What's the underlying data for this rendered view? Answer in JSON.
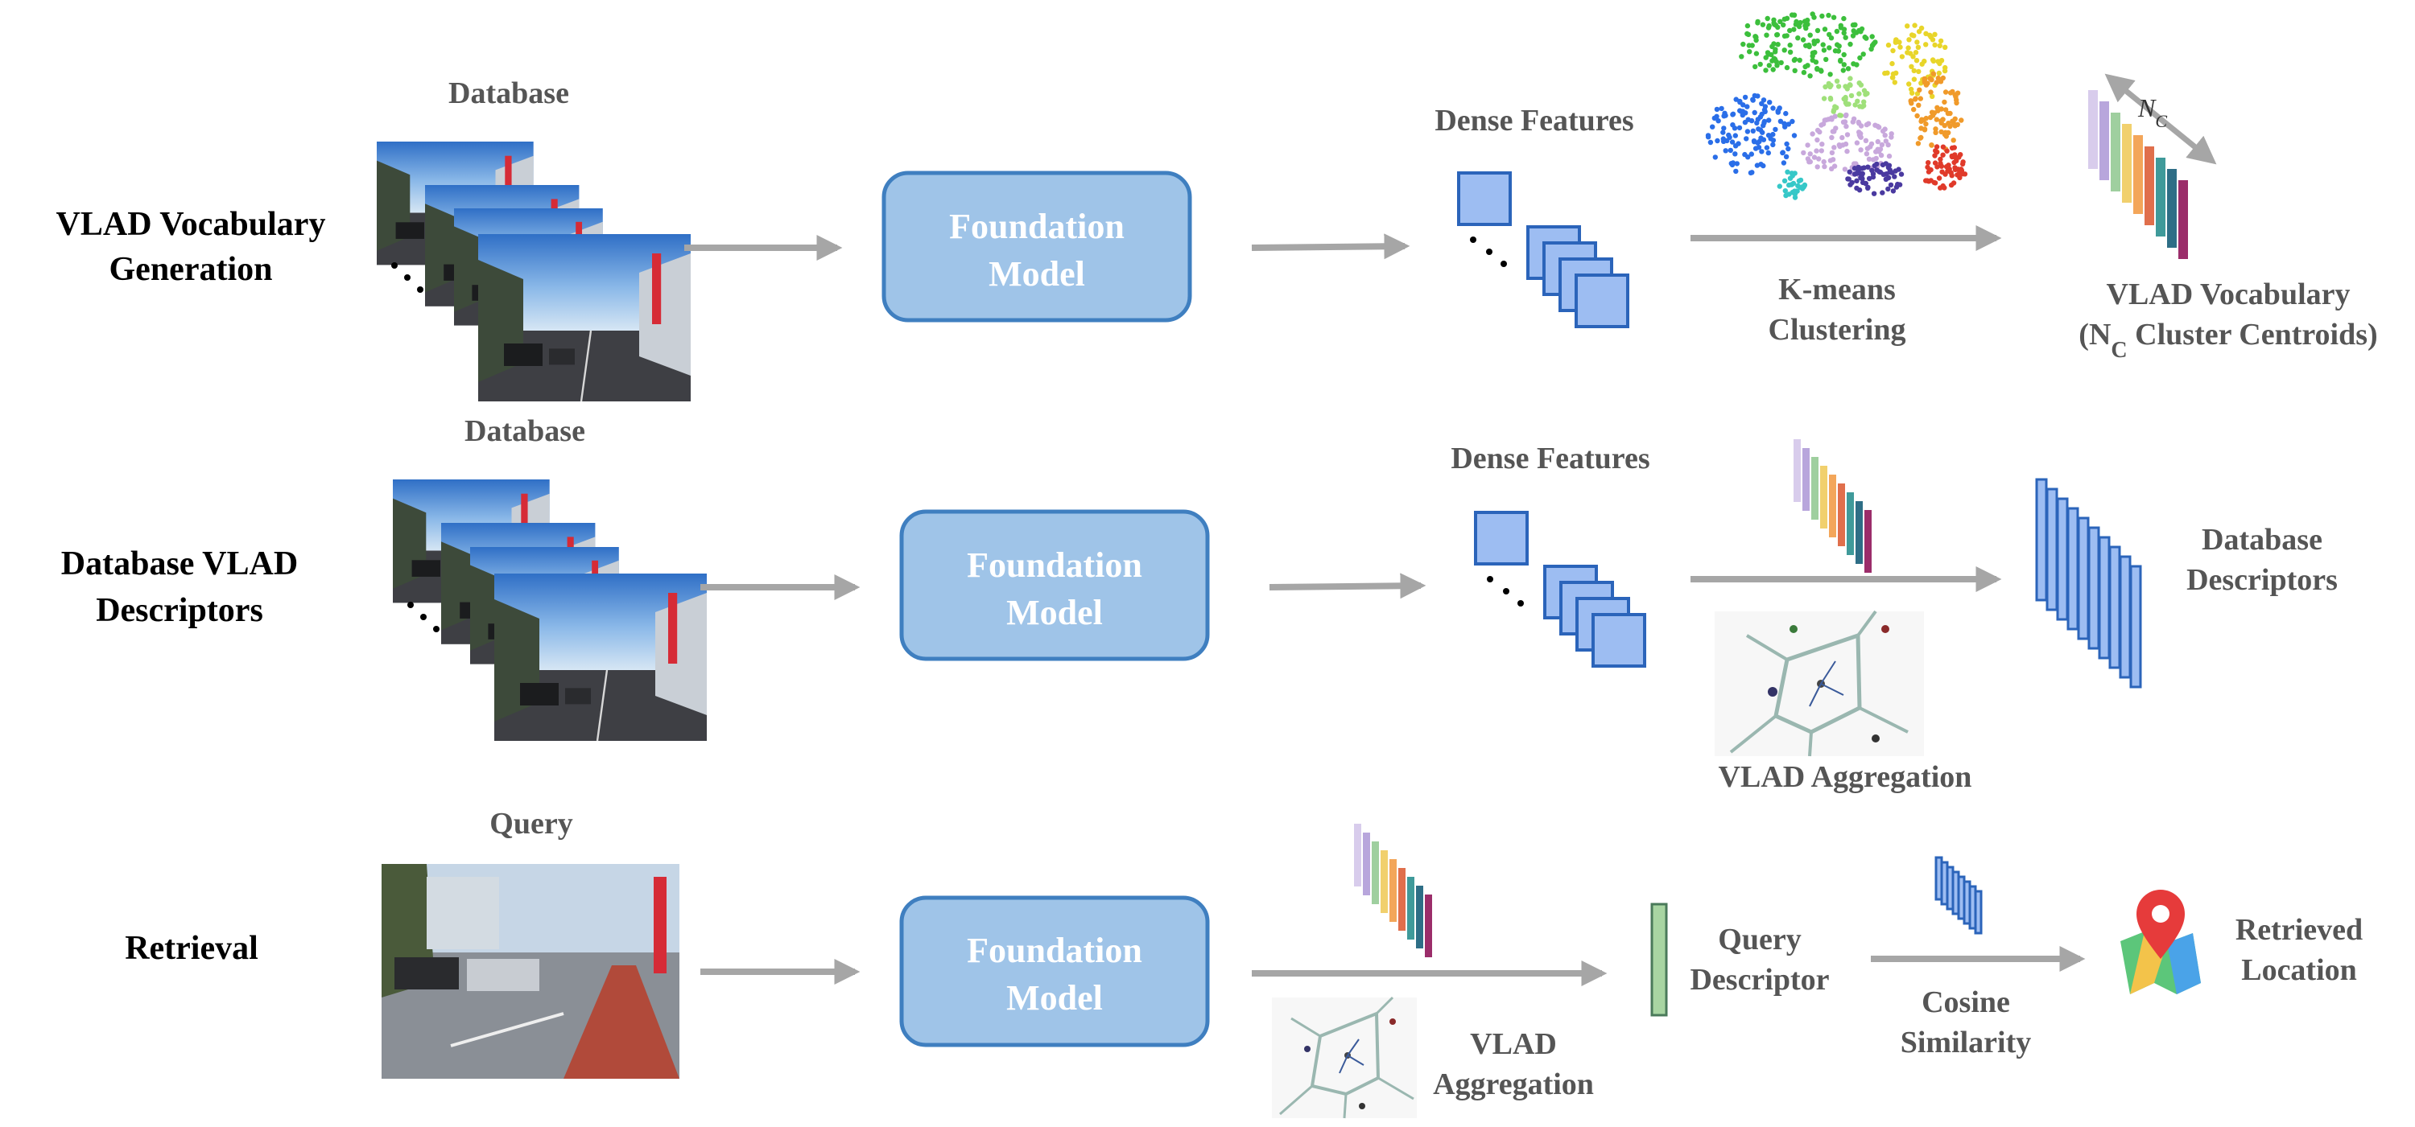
{
  "rows": {
    "row1": {
      "label_line1": "VLAD Vocabulary",
      "label_line2": "Generation",
      "images_label": "Database",
      "model_line1": "Foundation",
      "model_line2": "Model",
      "features_label": "Dense Features",
      "clustering_line1": "K-means",
      "clustering_line2": "Clustering",
      "vocab_line1": "VLAD Vocabulary",
      "vocab_line2_open": "(N",
      "vocab_line2_sub": "C",
      "vocab_line2_rest": " Cluster Centroids)",
      "nc_symbol": "N",
      "nc_sub": "C"
    },
    "row2": {
      "label_line1": "Database VLAD",
      "label_line2": "Descriptors",
      "images_label": "Database",
      "model_line1": "Foundation",
      "model_line2": "Model",
      "features_label": "Dense Features",
      "aggregation_label": "VLAD Aggregation",
      "descriptors_line1": "Database",
      "descriptors_line2": "Descriptors"
    },
    "row3": {
      "label": "Retrieval",
      "images_label": "Query",
      "model_line1": "Foundation",
      "model_line2": "Model",
      "aggregation_line1": "VLAD",
      "aggregation_line2": "Aggregation",
      "query_line1": "Query",
      "query_line2": "Descriptor",
      "similarity_line1": "Cosine",
      "similarity_line2": "Similarity",
      "retrieved_line1": "Retrieved",
      "retrieved_line2": "Location"
    }
  },
  "colors": {
    "model_fill": "#9fc4e8",
    "model_stroke": "#3f7fc0",
    "feature_fill": "#9dbdf2",
    "feature_stroke": "#2b64ba",
    "arrow": "#a6a6a6",
    "label_gray": "#555555",
    "query_descriptor_fill": "#a8d5a2",
    "centroid_bars": [
      "#d8ccec",
      "#b8a6dc",
      "#9fcf9f",
      "#f1d06d",
      "#f3a65a",
      "#e06f4c",
      "#3f9a9a",
      "#2e6e86",
      "#9b2d6a"
    ]
  },
  "icons": {
    "image_stack": "street-image-stack-icon",
    "query_image": "street-query-image-icon",
    "scatter": "kmeans-scatter-icon",
    "voronoi": "voronoi-aggregation-icon",
    "map_pin": "map-pin-icon"
  }
}
